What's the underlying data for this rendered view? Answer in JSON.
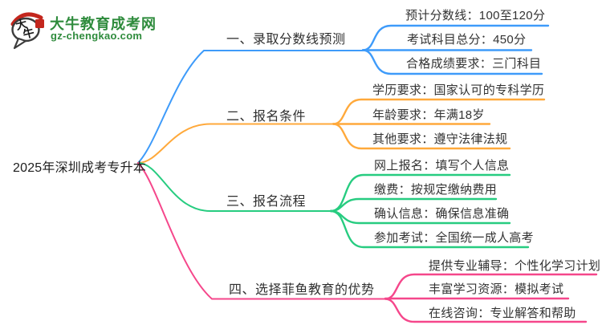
{
  "logo": {
    "title": "大牛教育成考网",
    "url": "gz-chengkao.com",
    "icon_text_top": "大",
    "icon_text_bottom": "牛",
    "brand_color": "#2e8b3c",
    "seal_color": "#c3261d",
    "outline_color": "#3c3c3c"
  },
  "root": {
    "label": "2025年深圳成考专升本"
  },
  "branches": [
    {
      "label": "一、录取分数线预测",
      "color": "#3e9bfa",
      "children": [
        "预计分数线：100至120分",
        "考试科目总分：450分",
        "合格成绩要求：三门科目"
      ]
    },
    {
      "label": "二、报名条件",
      "color": "#ffa93b",
      "children": [
        "学历要求：国家认可的专科学历",
        "年龄要求：年满18岁",
        "其他要求：遵守法律法规"
      ]
    },
    {
      "label": "三、报名流程",
      "color": "#27cc80",
      "children": [
        "网上报名：填写个人信息",
        "缴费：按规定缴纳费用",
        "确认信息：确保信息准确",
        "参加考试：全国统一成人高考"
      ]
    },
    {
      "label": "四、选择菲鱼教育的优势",
      "color": "#f5478b",
      "children": [
        "提供专业辅导：个性化学习计划",
        "丰富学习资源：模拟考试",
        "在线咨询：专业解答和帮助"
      ]
    }
  ]
}
